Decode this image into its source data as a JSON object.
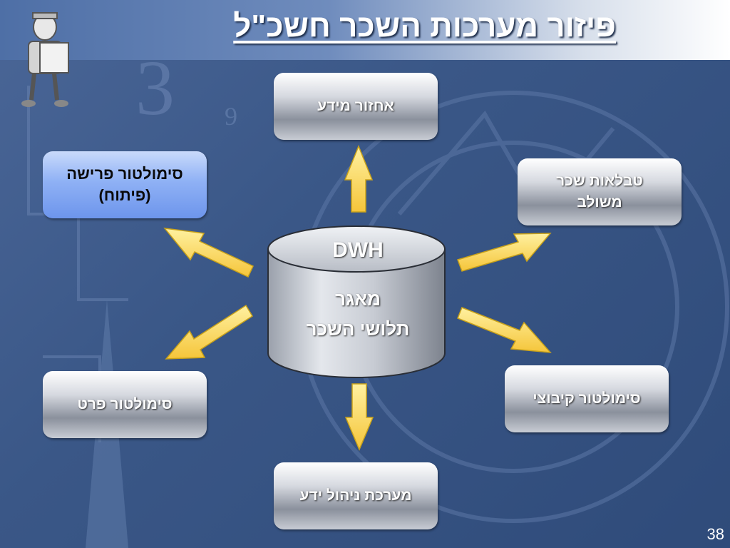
{
  "slide": {
    "title": "פיזור מערכות השכר חשכ\"ל",
    "page_number": "38"
  },
  "center": {
    "label_top": "DWH",
    "label_line1": "מאגר",
    "label_line2": "תלושי השכר"
  },
  "nodes": {
    "top": {
      "text": "אחזור מידע"
    },
    "top_left": {
      "line1": "סימולטור פרישה",
      "line2": "(פיתוח)"
    },
    "top_right": {
      "line1": "טבלאות שכר",
      "line2": "משולב"
    },
    "bottom_left": {
      "text": "סימולטור פרט"
    },
    "bottom_right": {
      "text": "סימולטור קיבוצי"
    },
    "bottom": {
      "text": "מערכת ניהול ידע"
    }
  },
  "colors": {
    "arrow_fill": "#ffd54a",
    "arrow_stroke": "#c9a21a",
    "highlight_box": "#8fb1f5"
  }
}
